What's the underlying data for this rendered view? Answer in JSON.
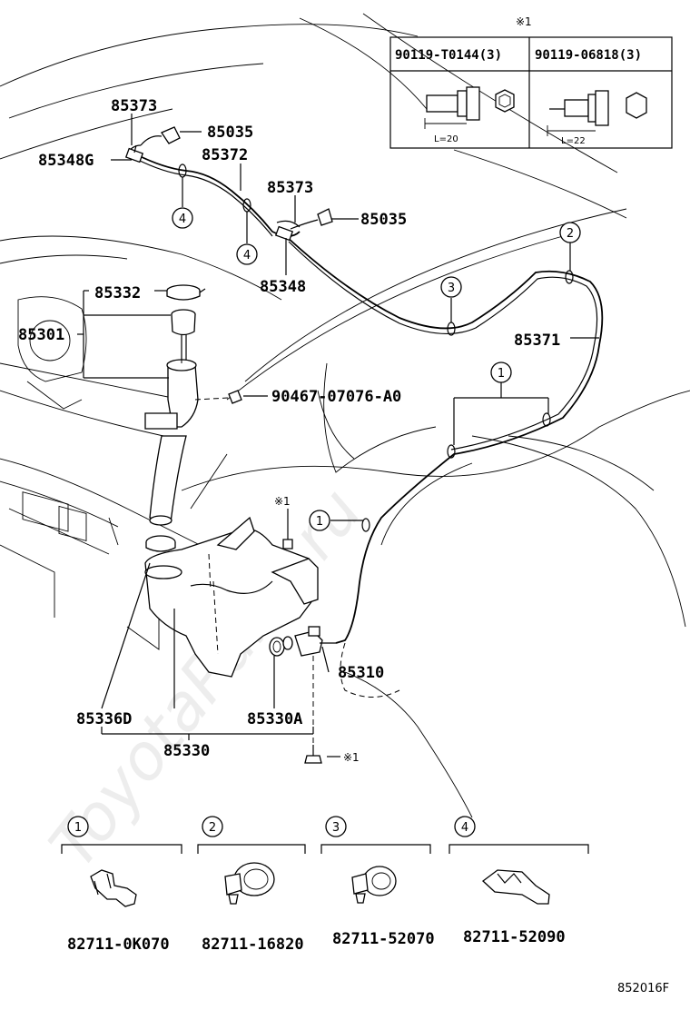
{
  "watermark": "ToyotaParts.ru",
  "diagram_code": "852016F",
  "inset_table": {
    "note_mark": "※1",
    "columns": [
      {
        "part": "90119-T0144(3)",
        "length": "L=20"
      },
      {
        "part": "90119-06818(3)",
        "length": "L=22"
      }
    ]
  },
  "labels": {
    "p85373_top": "85373",
    "p85035_top": "85035",
    "p85348G": "85348G",
    "p85372": "85372",
    "p85373_mid": "85373",
    "p85035_mid": "85035",
    "p85348": "85348",
    "p85332": "85332",
    "p85301": "85301",
    "p85371": "85371",
    "p90467": "90467-07076-A0",
    "p85310": "85310",
    "p85336D": "85336D",
    "p85330A": "85330A",
    "p85330": "85330",
    "mark_bolt1": "※1",
    "mark_bolt2": "※1"
  },
  "callouts": [
    "1",
    "2",
    "3",
    "4"
  ],
  "clips": [
    {
      "ref": "1",
      "part": "82711-0K070"
    },
    {
      "ref": "2",
      "part": "82711-16820"
    },
    {
      "ref": "3",
      "part": "82711-52070"
    },
    {
      "ref": "4",
      "part": "82711-52090"
    }
  ]
}
